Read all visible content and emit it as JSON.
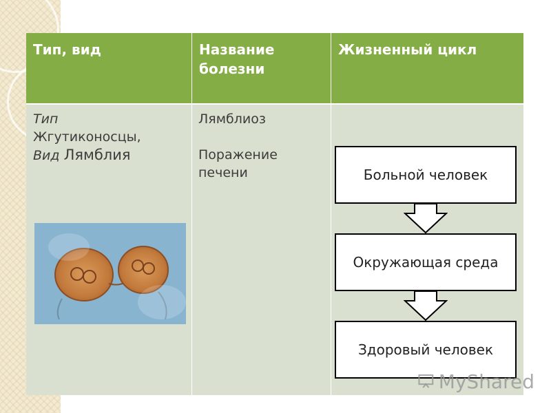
{
  "table": {
    "headers": [
      "Тип, вид",
      "Название болезни",
      "Жизненный цикл"
    ],
    "row": {
      "type_label": "Тип",
      "type_value": "Жгутиконосцы,",
      "species_label": "Вид",
      "species_value": "Лямблия",
      "disease": "Лямблиоз",
      "disease_note": "Поражение печени"
    }
  },
  "cycle": [
    "Больной человек",
    "Окружающая среда",
    "Здоровый человек"
  ],
  "watermark": "MyShared",
  "colors": {
    "header_bg": "#85ad45",
    "body_bg": "#d9e0cf",
    "left_strip": "#f3ead2"
  }
}
